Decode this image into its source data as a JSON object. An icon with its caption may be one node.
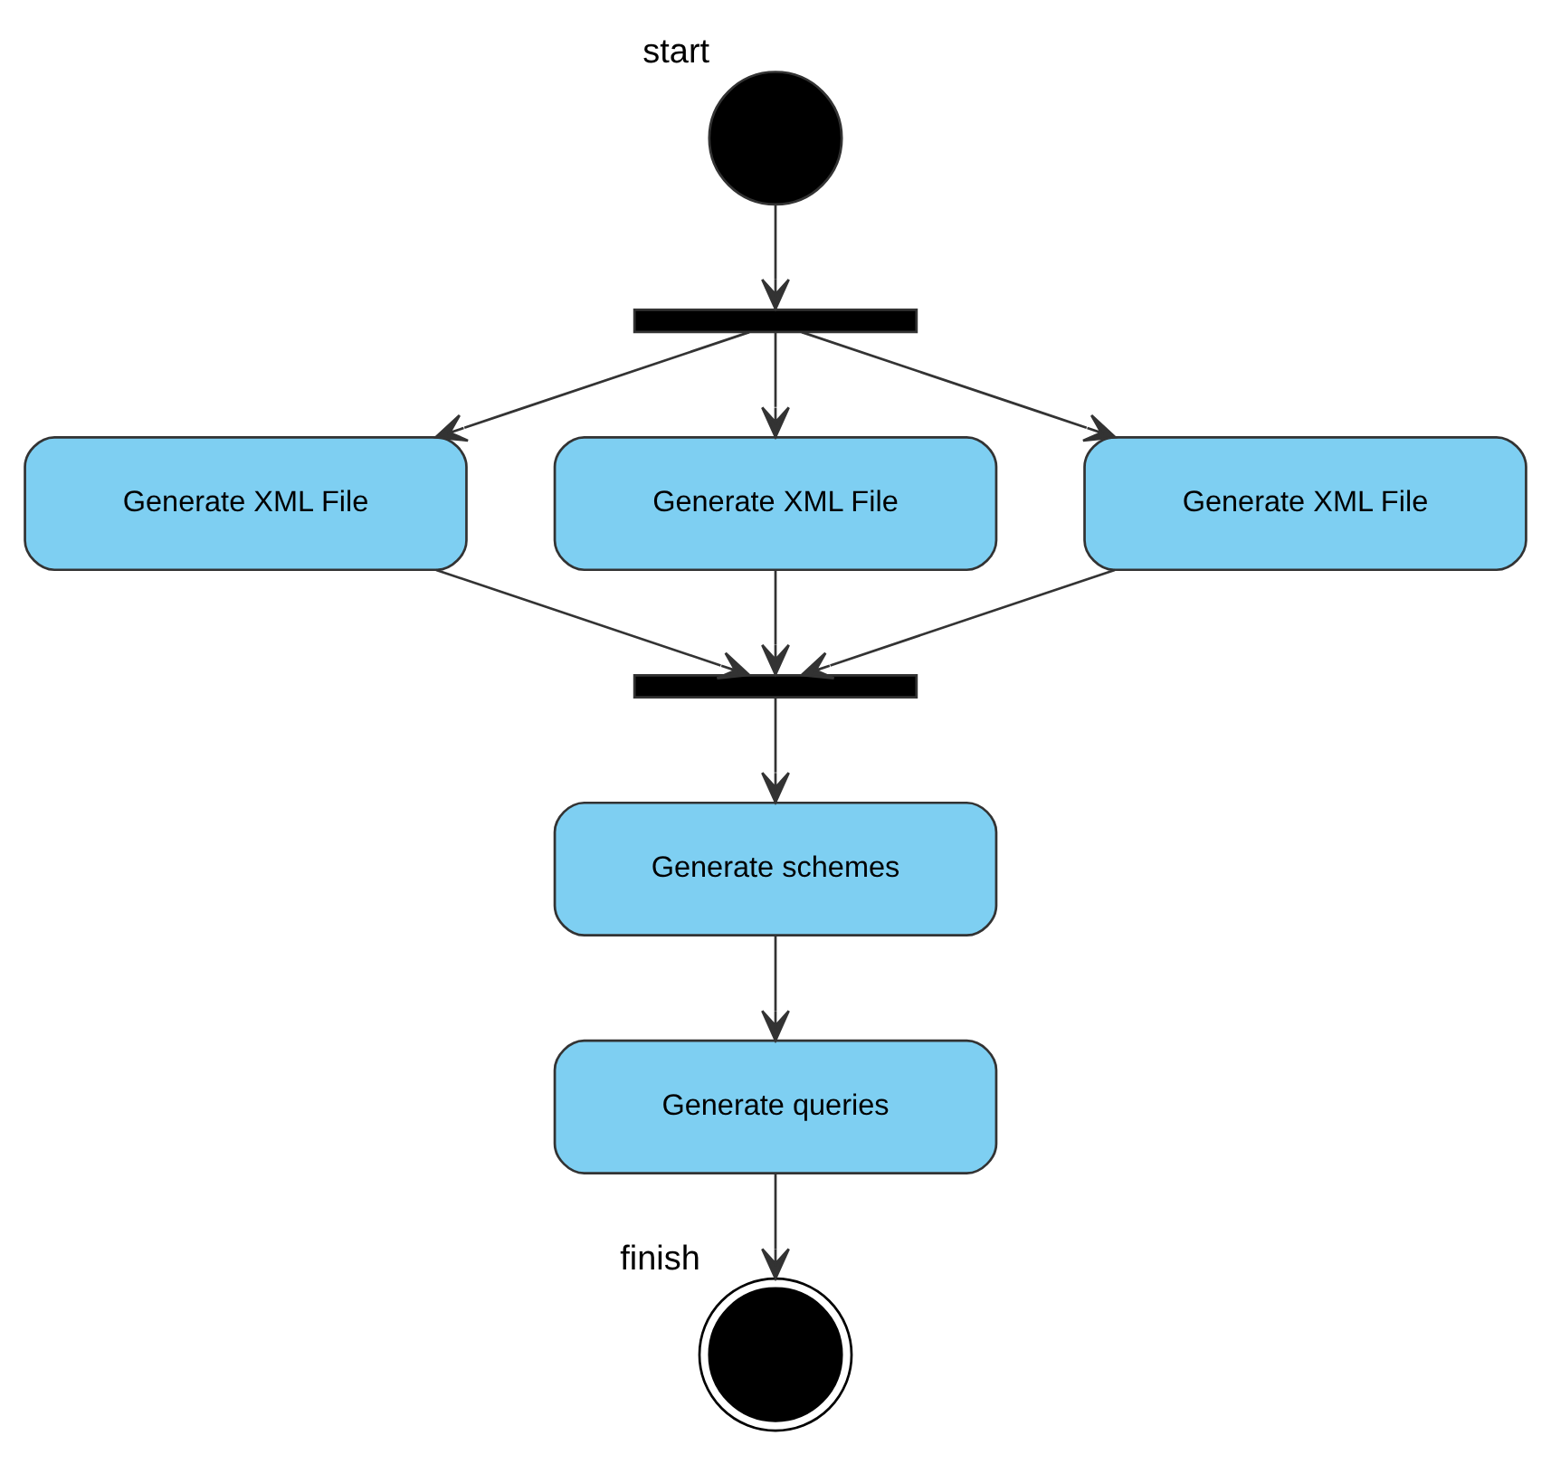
{
  "diagram": {
    "nodes": [
      {
        "text": [],
        "shape": "circle",
        "beside": [
          "start"
        ]
      },
      {
        "text": [],
        "shape": "bar"
      },
      {
        "text": [
          "Generate XML File"
        ]
      },
      {
        "text": [
          "Generate XML File"
        ]
      },
      {
        "text": [
          "Generate XML File"
        ]
      },
      {
        "text": [],
        "shape": "bar"
      },
      {
        "text": [
          "Generate schemes"
        ]
      },
      {
        "text": [
          "Generate queries"
        ]
      },
      {
        "text": [],
        "shape": "bullseye",
        "beside": [
          "finish"
        ]
      }
    ],
    "edges": [
      {
        "from": 0,
        "to": 1,
        "arrow": "to"
      },
      {
        "from": 1,
        "to": 2,
        "arrow": "to"
      },
      {
        "from": 1,
        "to": 3,
        "arrow": "to"
      },
      {
        "from": 1,
        "to": 4,
        "arrow": "to"
      },
      {
        "from": 2,
        "to": 5,
        "arrow": "to"
      },
      {
        "from": 3,
        "to": 5,
        "arrow": "to"
      },
      {
        "from": 4,
        "to": 5,
        "arrow": "to"
      },
      {
        "from": 5,
        "to": 6,
        "arrow": "to"
      },
      {
        "from": 6,
        "to": 7,
        "arrow": "to"
      },
      {
        "from": 7,
        "to": 8,
        "arrow": "to"
      }
    ]
  }
}
